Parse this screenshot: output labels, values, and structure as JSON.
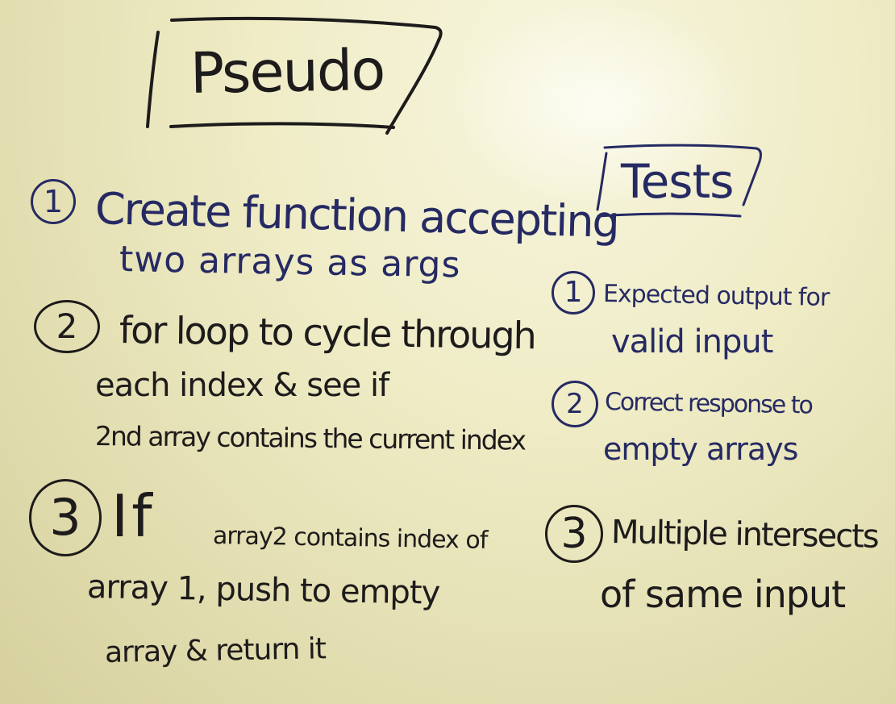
{
  "colors": {
    "board": "#efecc6",
    "ink_blue": "#262a63",
    "ink_black": "#1d1b1b"
  },
  "pseudo": {
    "heading": "Pseudo",
    "steps": [
      {
        "number": "1",
        "lines": [
          "Create function accepting",
          "two arrays as args"
        ]
      },
      {
        "number": "2",
        "lines": [
          "for loop to cycle through",
          "each index & see if",
          "2nd array contains the current index"
        ]
      },
      {
        "number": "3",
        "lines": [
          "If",
          "array2 contains index of",
          "array 1, push to empty",
          "array & return it"
        ]
      }
    ]
  },
  "tests": {
    "heading": "Tests",
    "items": [
      {
        "number": "1",
        "lines": [
          "Expected output for",
          "valid input"
        ]
      },
      {
        "number": "2",
        "lines": [
          "Correct response to",
          "empty arrays"
        ]
      },
      {
        "number": "3",
        "lines": [
          "Multiple intersects",
          "of same input"
        ]
      }
    ]
  }
}
